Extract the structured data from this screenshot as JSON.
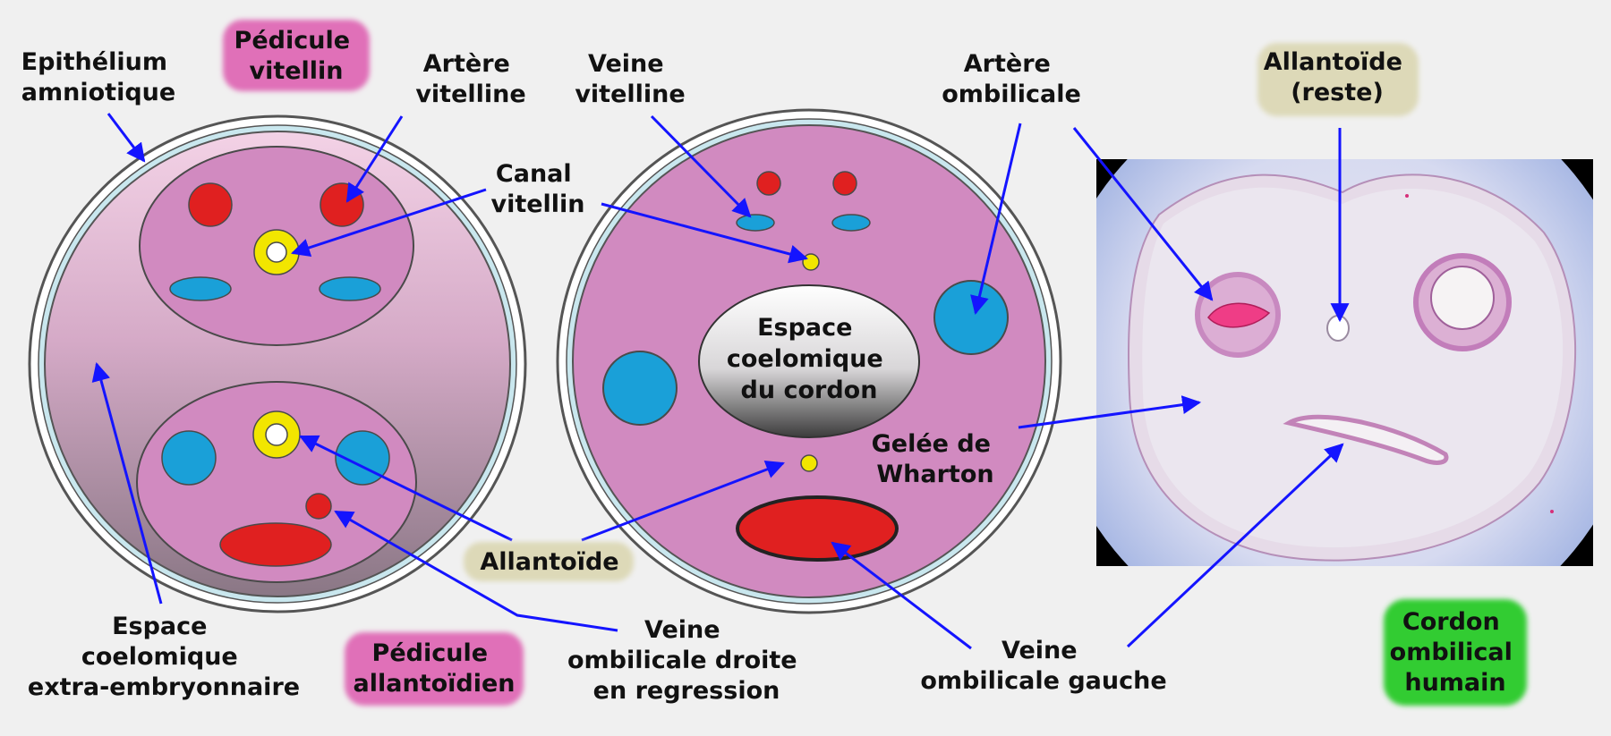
{
  "labels": {
    "epithelium": [
      "Epithélium",
      "amniotique"
    ],
    "pedicule_vitellin": [
      "Pédicule",
      "vitellin"
    ],
    "artere_vitelline": [
      "Artère",
      "vitelline"
    ],
    "veine_vitelline": [
      "Veine",
      "vitelline"
    ],
    "canal_vitellin": [
      "Canal",
      "vitellin"
    ],
    "artere_ombilicale": [
      "Artère",
      "ombilicale"
    ],
    "allantoide_reste": [
      "Allantoïde",
      "(reste)"
    ],
    "espace_cordon": [
      "Espace",
      "coelomique",
      "du cordon"
    ],
    "gelee": [
      "Gelée de",
      "Wharton"
    ],
    "allantoide": "Allantoïde",
    "espace_extra": [
      "Espace",
      "coelomique",
      "extra-embryonnaire"
    ],
    "pedicule_allantoidien": [
      "Pédicule",
      "allantoïdien"
    ],
    "veine_droite": [
      "Veine",
      "ombilicale droite",
      "en regression"
    ],
    "veine_gauche": [
      "Veine",
      "ombilicale gauche"
    ],
    "cordon": [
      "Cordon",
      "ombilical",
      "humain"
    ]
  },
  "colors": {
    "background": "#f0f0f0",
    "stalk_pink": "#d18ac0",
    "artery_red": "#e02020",
    "vein_blue": "#1aa0d8",
    "duct_yellow": "#f2e600",
    "arrow_blue": "#1414ff",
    "tag_pink": "#e070b8",
    "tag_beige": "#ddd9b8",
    "tag_green": "#33cc33"
  }
}
